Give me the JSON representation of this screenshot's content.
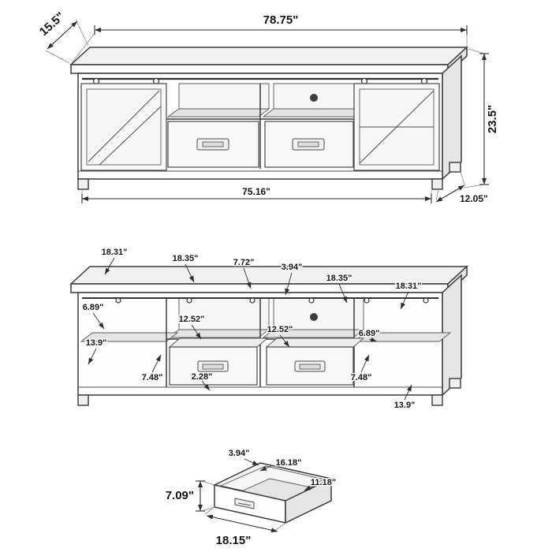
{
  "overall_view": {
    "width": "78.75\"",
    "depth": "15.5\"",
    "height": "23.5\"",
    "inner_width": "75.16\"",
    "base_depth": "12.05\""
  },
  "interior_view": {
    "left_shelf_width": "18.31\"",
    "left_cubby_width": "18.35\"",
    "top_gap_width": "7.72\"",
    "divider_width": "3.94\"",
    "right_cubby_width": "18.35\"",
    "right_shelf_width": "18.31\"",
    "left_shelf_height": "6.89\"",
    "left_drawer_width": "12.52\"",
    "right_drawer_width": "12.52\"",
    "right_shelf_height": "6.89\"",
    "left_side_height": "13.9\"",
    "left_opening_height": "7.48\"",
    "base_height": "2.28\"",
    "right_opening_height": "7.48\"",
    "right_side_height": "13.9\""
  },
  "drawer_view": {
    "back_height": "3.94\"",
    "inner_width": "16.18\"",
    "depth": "11.18\"",
    "front_height": "7.09\"",
    "front_width": "18.15\""
  }
}
